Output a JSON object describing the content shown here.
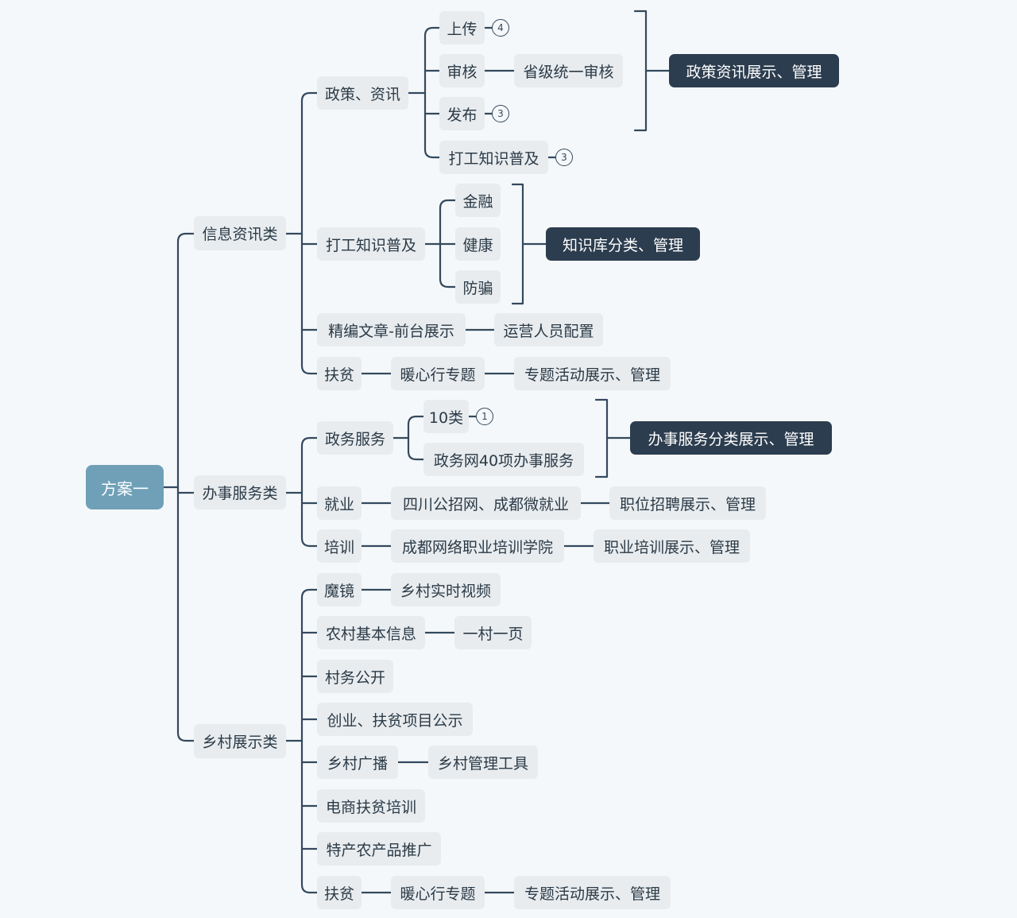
{
  "root": "方案一",
  "categories": {
    "info": "信息资讯类",
    "service": "办事服务类",
    "village": "乡村展示类"
  },
  "info": {
    "policy": "政策、资讯",
    "upload": "上传",
    "upload_badge": "4",
    "review": "审核",
    "review_target": "省级统一审核",
    "publish": "发布",
    "publish_badge": "3",
    "work_knowledge": "打工知识普及",
    "work_knowledge_badge": "3",
    "policy_summary": "政策资讯展示、管理",
    "work_knowledge_group": "打工知识普及",
    "finance": "金融",
    "health": "健康",
    "anti_fraud": "防骗",
    "knowledge_summary": "知识库分类、管理",
    "articles": "精编文章-前台展示",
    "operators": "运营人员配置",
    "poverty": "扶贫",
    "warm_topic": "暖心行专题",
    "topic_manage": "专题活动展示、管理"
  },
  "service": {
    "gov": "政务服务",
    "ten": "10类",
    "ten_badge": "1",
    "forty": "政务网40项办事服务",
    "service_summary": "办事服务分类展示、管理",
    "job": "就业",
    "job_sites": "四川公招网、成都微就业",
    "job_manage": "职位招聘展示、管理",
    "training": "培训",
    "training_school": "成都网络职业培训学院",
    "training_manage": "职业培训展示、管理"
  },
  "village": {
    "mirror": "魔镜",
    "live_video": "乡村实时视频",
    "basic_info": "农村基本信息",
    "one_page": "一村一页",
    "affairs": "村务公开",
    "projects": "创业、扶贫项目公示",
    "broadcast": "乡村广播",
    "tools": "乡村管理工具",
    "ecommerce": "电商扶贫培训",
    "specialty": "特产农产品推广",
    "poverty": "扶贫",
    "warm_topic": "暖心行专题",
    "topic_manage": "专题活动展示、管理"
  },
  "colors": {
    "line": "#34495e",
    "node_bg": "#e8ecef",
    "root_bg": "#6fa0b8",
    "dark_bg": "#2c3d4f",
    "background": "#f5f8fa"
  }
}
